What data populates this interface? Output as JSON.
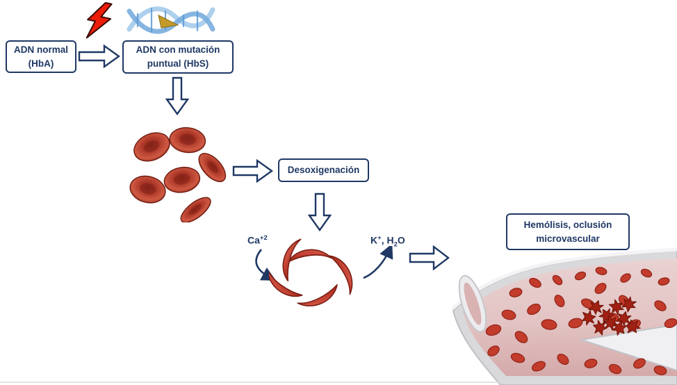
{
  "boxes": {
    "adn_normal": {
      "line1": "ADN normal",
      "line2": "(HbA)"
    },
    "adn_mutacion": {
      "line1": "ADN con mutación",
      "line2": "puntual (HbS)"
    },
    "desoxigenacion": {
      "label": "Desoxigenación"
    },
    "hemolisis": {
      "line1": "Hemólisis, oclusión",
      "line2": "microvascular"
    }
  },
  "ion_labels": {
    "calcium": {
      "base": "Ca",
      "sup": "+2"
    },
    "potassium_water": {
      "k": "K",
      "k_sup": "+",
      "mid": ", H",
      "sub": "2",
      "end": "O"
    }
  },
  "icons": {
    "lightning": "red-lightning-bolt",
    "dna": "dna-double-helix",
    "red_cells": "normal-red-blood-cells",
    "sickle_cells": "sickle-shaped-red-cells",
    "vessel": "blood-vessel-with-occlusion"
  },
  "colors": {
    "outline_navy": "#1f3864",
    "cell_red": "#c0392b",
    "cell_dark_red": "#7e2218",
    "lightning_red": "#ed1c09",
    "dna_blue": "#7aadde",
    "vessel_wall_gray": "#d9d9dc",
    "vessel_lumen_pink": "#e3c3c3"
  }
}
